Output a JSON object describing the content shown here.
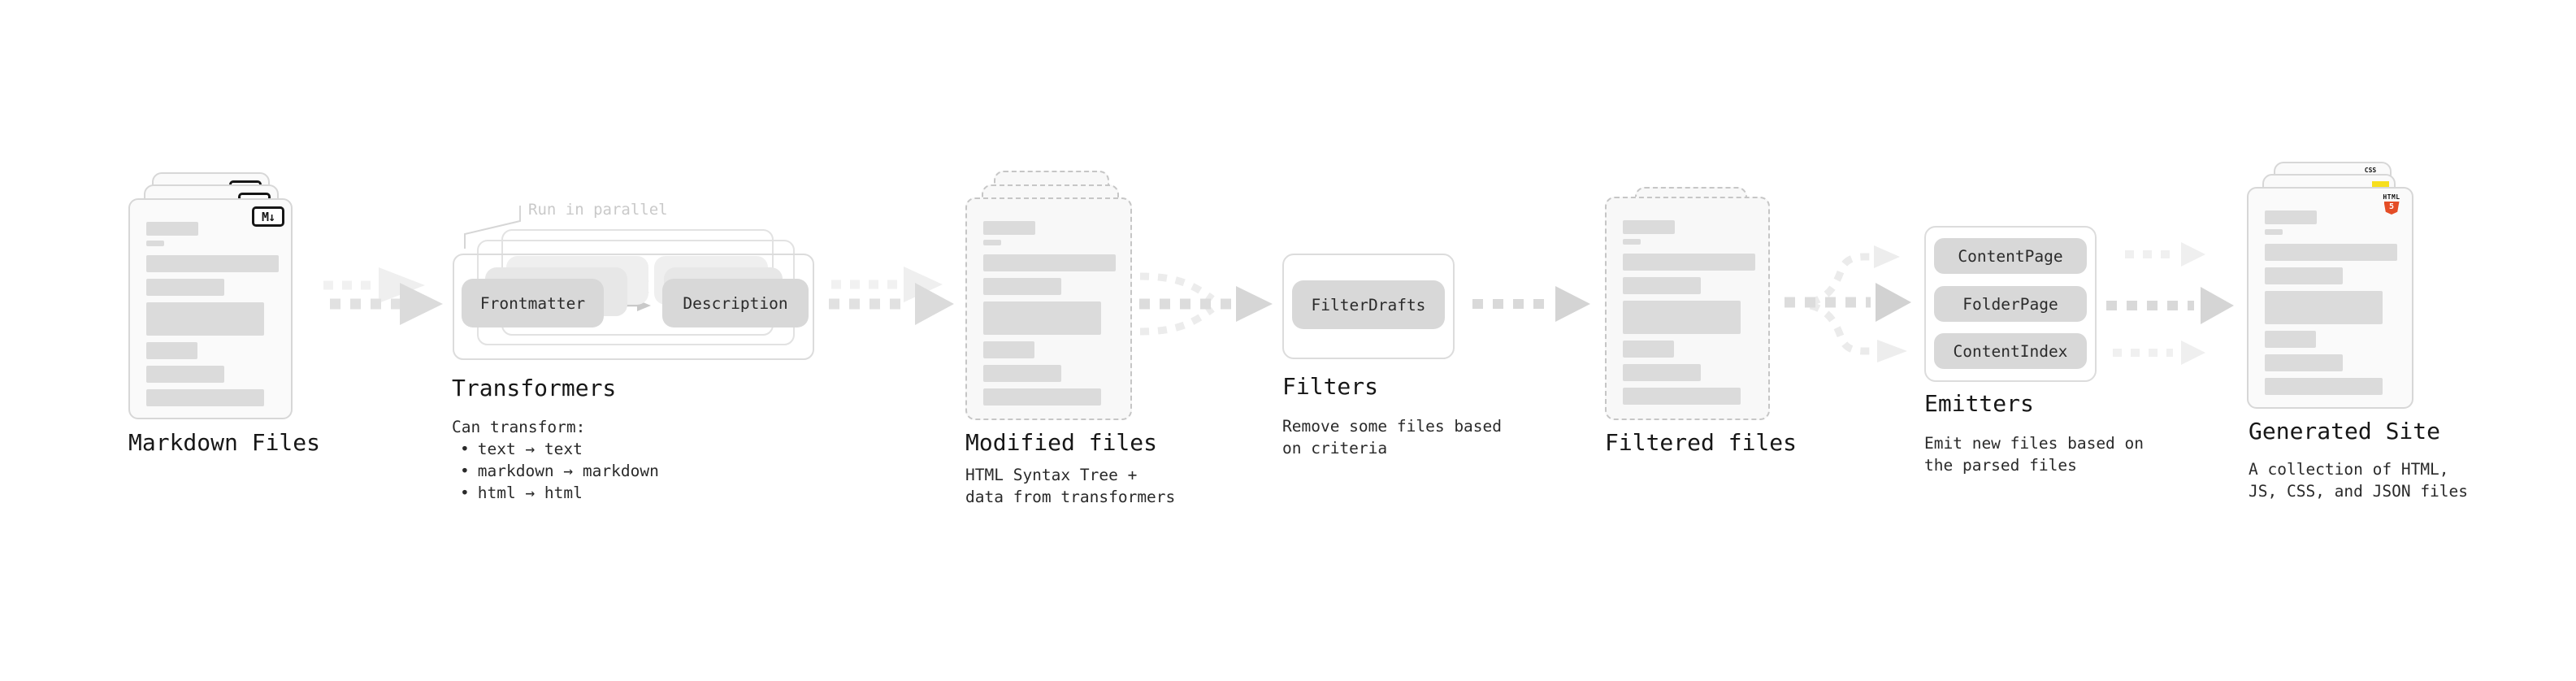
{
  "ui": {
    "bullet": "•"
  },
  "colors": {
    "card_fill": "#fafafa",
    "card_border": "#d7d7d7",
    "dashed_border": "#c6c6c6",
    "pill_fill": "#d8d8d8",
    "arrow_gray": "#d5d5d5",
    "arrow_light": "#efefef",
    "badge_blue": "#2d61e5",
    "badge_yellow": "#f7df1e",
    "badge_orange": "#e44d26"
  },
  "stages": {
    "markdown_files": {
      "label": "Markdown Files",
      "badge": "M↓"
    },
    "transformers": {
      "title": "Transformers",
      "callout": "Run in parallel",
      "pill_left": "Frontmatter",
      "pill_right": "Description",
      "intro": "Can transform:",
      "bullets": [
        "text → text",
        "markdown → markdown",
        "html → html"
      ]
    },
    "modified_files": {
      "title": "Modified files",
      "lines": [
        "HTML Syntax Tree +",
        "data from transformers"
      ]
    },
    "filters": {
      "title": "Filters",
      "pill": "FilterDrafts",
      "lines": [
        "Remove some files based",
        "on criteria"
      ]
    },
    "filtered_files": {
      "title": "Filtered files"
    },
    "emitters": {
      "title": "Emitters",
      "pills": [
        "ContentPage",
        "FolderPage",
        "ContentIndex"
      ],
      "lines": [
        "Emit new files based on",
        "the parsed files"
      ]
    },
    "generated_site": {
      "title": "Generated Site",
      "lines": [
        "A collection of HTML,",
        "JS, CSS, and JSON files"
      ],
      "badge_css": "CSS",
      "badge_html": "HTML",
      "badge_html_number": "5"
    }
  }
}
